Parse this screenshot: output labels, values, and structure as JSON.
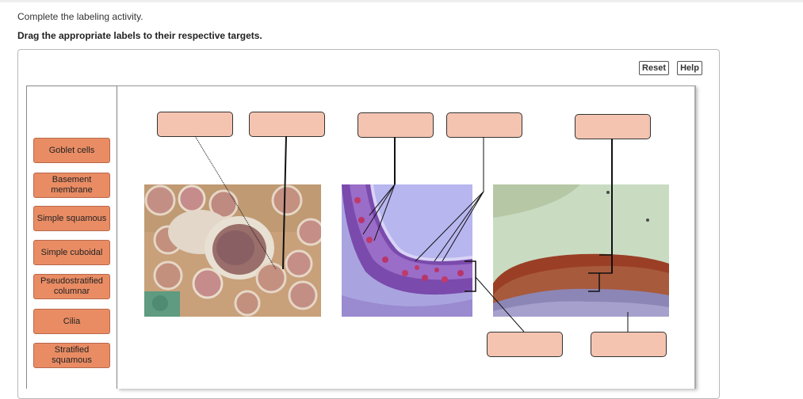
{
  "instructions": {
    "line1": "Complete the labeling activity.",
    "line2": "Drag the appropriate labels to their respective targets."
  },
  "toolbar": {
    "reset_label": "Reset",
    "help_label": "Help"
  },
  "label_bank": [
    "Goblet cells",
    "Basement membrane",
    "Simple squamous",
    "Simple cuboidal",
    "Pseudostratified columnar",
    "Cilia",
    "Stratified squamous"
  ],
  "targets": [
    {
      "name": "target-1",
      "value": ""
    },
    {
      "name": "target-2",
      "value": ""
    },
    {
      "name": "target-3",
      "value": ""
    },
    {
      "name": "target-4",
      "value": ""
    },
    {
      "name": "target-5",
      "value": ""
    },
    {
      "name": "target-6",
      "value": ""
    },
    {
      "name": "target-7",
      "value": ""
    }
  ],
  "colors": {
    "label_fill": "#e98c64",
    "target_fill": "#f4c4b1",
    "kidney_stain": "#c79a6a",
    "trachea_stain": "#8a5cc0",
    "skin_keratin": "#9a3f25"
  }
}
